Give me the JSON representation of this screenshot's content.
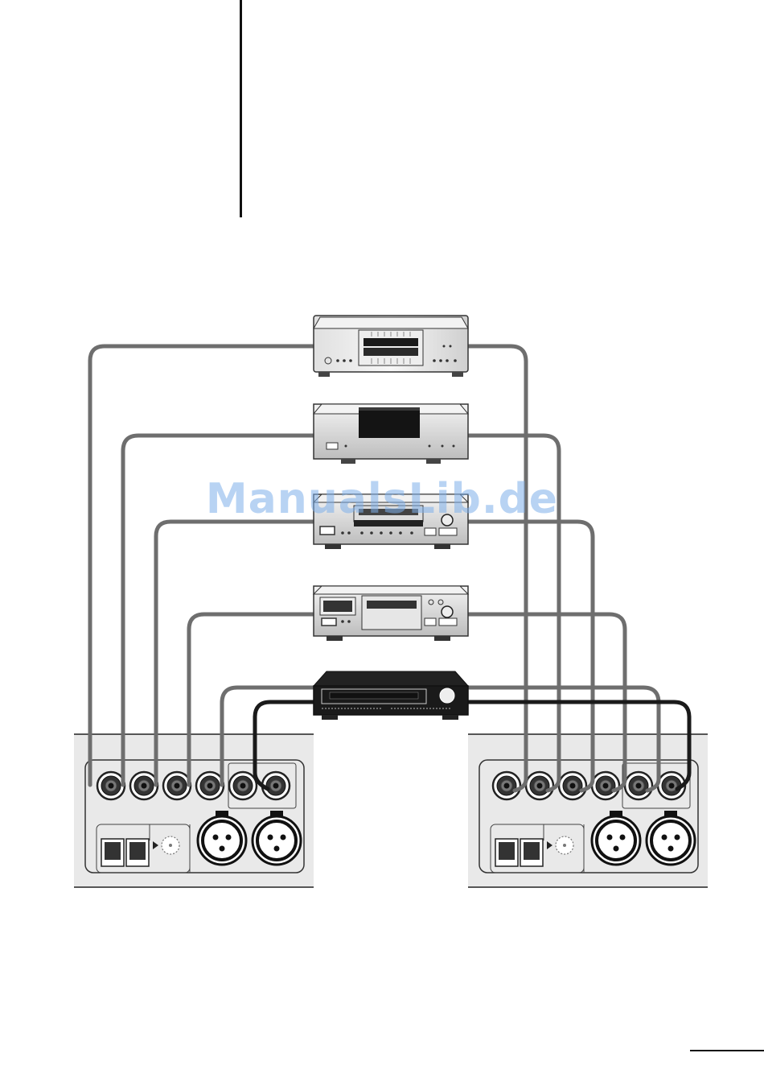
{
  "watermark": {
    "text": "ManualsLib.de",
    "color": "#7fb0ea"
  },
  "colors": {
    "cable_gray": "#6e6e6e",
    "cable_black": "#1a1a1a",
    "panel_fill": "#e9e9e9",
    "device_silver": "#d8d8d8"
  },
  "devices": [
    {
      "id": "dvd-player",
      "icon": "dvd-player-icon"
    },
    {
      "id": "cd-player",
      "icon": "cd-player-icon"
    },
    {
      "id": "minidisc-recorder",
      "icon": "minidisc-icon"
    },
    {
      "id": "cassette-deck",
      "icon": "cassette-deck-icon"
    },
    {
      "id": "tuner",
      "icon": "tuner-icon"
    }
  ],
  "rear_panels": [
    {
      "id": "left-rear-panel",
      "rca_count": 6,
      "xlr_count": 2
    },
    {
      "id": "right-rear-panel",
      "rca_count": 6,
      "xlr_count": 2
    }
  ]
}
